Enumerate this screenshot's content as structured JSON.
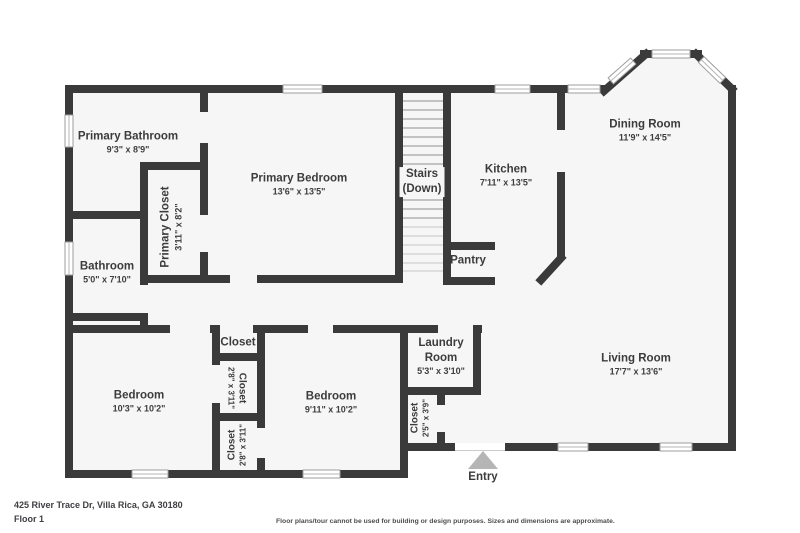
{
  "colors": {
    "wall": "#3a3a3a",
    "floor": "#f6f6f6",
    "arrow": "#b5b5b5",
    "text": "#3c3c3c"
  },
  "rooms": [
    {
      "name": "Primary Bathroom",
      "dims": "9'3\" x 8'9\""
    },
    {
      "name": "Primary Closet",
      "dims": "3'11\" x 8'2\""
    },
    {
      "name": "Primary Bedroom",
      "dims": "13'6\" x 13'5\""
    },
    {
      "name": "Stairs",
      "dims": "(Down)"
    },
    {
      "name": "Kitchen",
      "dims": "7'11\" x 13'5\""
    },
    {
      "name": "Dining Room",
      "dims": "11'9\" x 14'5\""
    },
    {
      "name": "Bathroom",
      "dims": "5'0\" x 7'10\""
    },
    {
      "name": "Pantry"
    },
    {
      "name": "Bedroom",
      "dims": "10'3\" x 10'2\""
    },
    {
      "name": "Closet"
    },
    {
      "name": "Closet",
      "dims": "2'8\" x 3'11\""
    },
    {
      "name": "Closet",
      "dims": "2'8\" x 3'11\""
    },
    {
      "name": "Bedroom",
      "dims": "9'11\" x 10'2\""
    },
    {
      "name": "Laundry Room",
      "dims": "5'3\" x 3'10\""
    },
    {
      "name": "Closet",
      "dims": "2'5\" x 3'9\""
    },
    {
      "name": "Living Room",
      "dims": "17'7\" x 13'6\""
    }
  ],
  "entry": {
    "label": "Entry"
  },
  "footer": {
    "address": "425 River Trace Dr, Villa Rica, GA 30180",
    "floor_label": "Floor 1",
    "disclaimer": "Floor plans/tour cannot be used for building or design purposes. Sizes and dimensions are approximate."
  }
}
